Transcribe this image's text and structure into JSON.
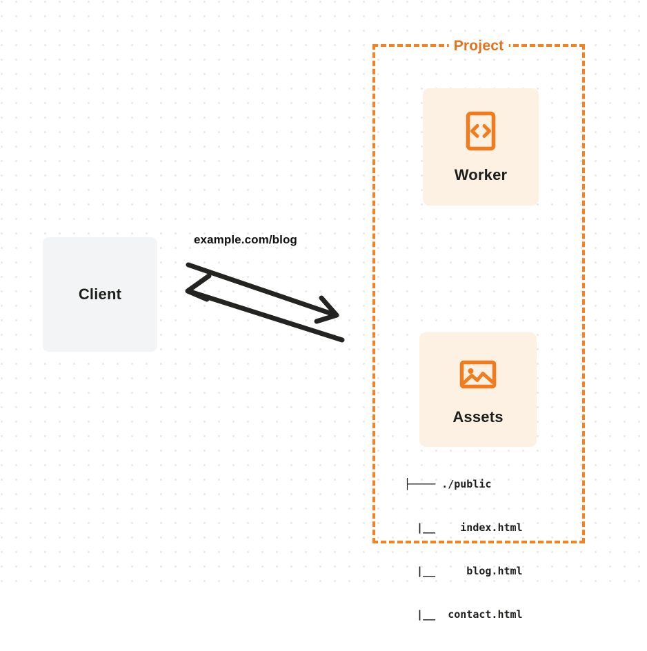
{
  "diagram": {
    "title": "Client to Project Worker and Assets request flow",
    "background": {
      "color": "#ffffff",
      "dot_color": "#e9e9ea"
    },
    "colors": {
      "accent_orange": "#f6821f",
      "label_orange": "#e8701a",
      "node_cream": "#fdf1e4",
      "node_gray": "#f3f4f5",
      "text_dark": "#1d1d1b"
    },
    "group": {
      "label": "Project",
      "border_style": "dashed",
      "border_color": "#f6821f"
    },
    "nodes": [
      {
        "id": "client",
        "label": "Client",
        "icon": "none",
        "background": "#f3f4f5"
      },
      {
        "id": "worker",
        "label": "Worker",
        "icon": "code-brackets-icon",
        "background": "#fdf1e4"
      },
      {
        "id": "assets",
        "label": "Assets",
        "icon": "image-icon",
        "background": "#fdf1e4"
      }
    ],
    "edges": [
      {
        "id": "request",
        "label": "example.com/blog",
        "from": "client",
        "to": "project",
        "direction": "right"
      },
      {
        "id": "response",
        "label": "",
        "from": "project",
        "to": "client",
        "direction": "left"
      }
    ],
    "file_tree": {
      "rows": [
        "├──── ./public",
        "  |__    index.html",
        "  |__     blog.html",
        "  |__  contact.html"
      ],
      "entries": [
        "./public",
        "index.html",
        "blog.html",
        "contact.html"
      ]
    }
  }
}
